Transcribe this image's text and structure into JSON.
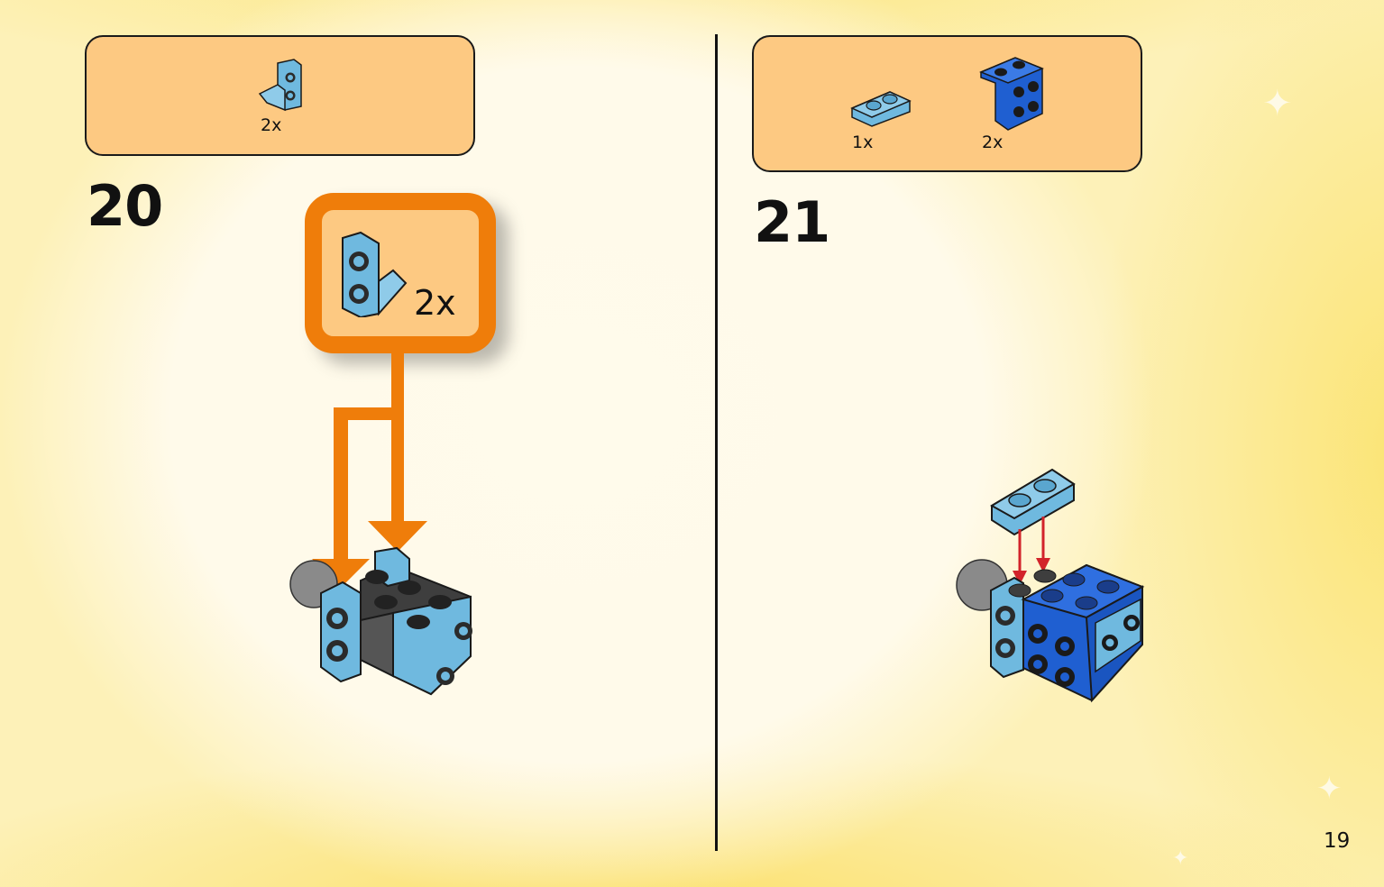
{
  "steps": [
    {
      "number": "20",
      "parts": [
        {
          "icon": "light-blue-bracket-icon",
          "quantity": "2x"
        }
      ],
      "callout": {
        "icon": "light-blue-bracket-icon",
        "quantity": "2x"
      }
    },
    {
      "number": "21",
      "parts": [
        {
          "icon": "light-blue-plate-1x2-icon",
          "quantity": "1x"
        },
        {
          "icon": "blue-bracket-icon",
          "quantity": "2x"
        }
      ]
    }
  ],
  "page_number": "19",
  "colors": {
    "parts_box": "#fdc982",
    "callout_border": "#ef7d0a",
    "light_blue": "#6fb9df",
    "blue": "#1f5fd1",
    "dark_gray": "#4a4a4a",
    "arrow_red": "#d2232a"
  }
}
